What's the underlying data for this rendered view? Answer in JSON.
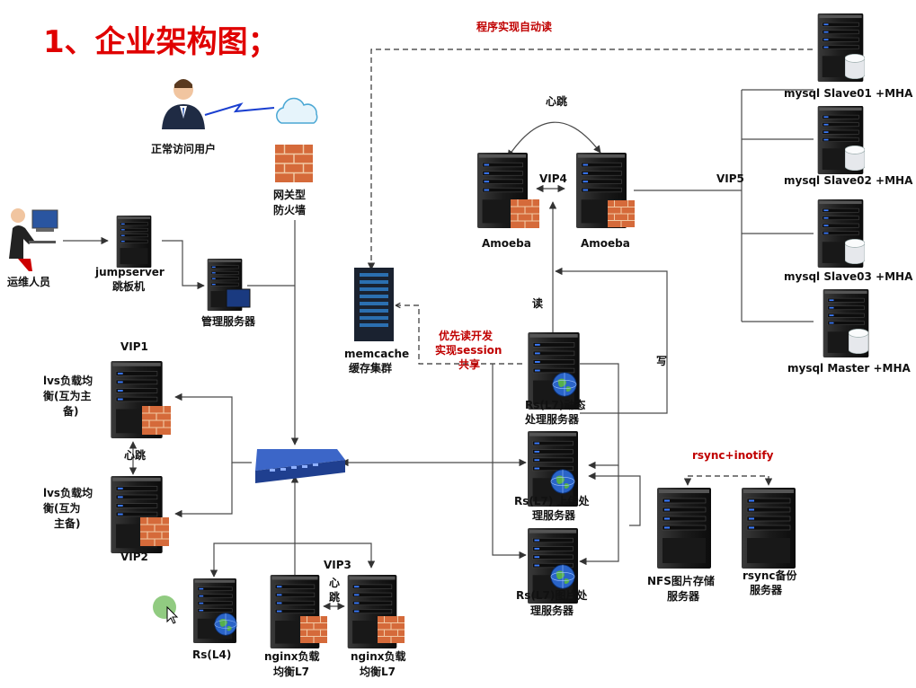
{
  "title": "1、企业架构图；",
  "colors": {
    "title": "#e00000",
    "annotation": "#c00000",
    "switch": "#1f3f8f",
    "firewall": "#c0402a"
  },
  "labels": {
    "user": "正常访问用户",
    "firewall": [
      "网关型",
      "防火墙"
    ],
    "ops": "运维人员",
    "jumpserver": [
      "jumpserver",
      "跳板机"
    ],
    "mgmt": "管理服务器",
    "memcache": [
      "memcache",
      "缓存集群"
    ],
    "prog_read": "程序实现自动读",
    "heartbeat": "心跳",
    "vip4": "VIP4",
    "vip5": "VIP5",
    "amoeba1": "Amoeba",
    "amoeba2": "Amoeba",
    "read": "读",
    "write": "写",
    "session": [
      "优先读开发",
      "实现session",
      "共享"
    ],
    "slave01": "mysql  Slave01 +MHA",
    "slave02": "mysql  Slave02 +MHA",
    "slave03": "mysql  Slave03 +MHA",
    "master": "mysql  Master +MHA",
    "vip1": "VIP1",
    "lvs1": [
      "lvs负载均",
      "衡(互为主",
      "备)"
    ],
    "lvs_hb": "心跳",
    "lvs2": [
      "lvs负载均",
      "衡(互为",
      "主备)"
    ],
    "vip2": "VIP2",
    "rs_dyn": [
      "Rs(L7)动态",
      "处理服务器"
    ],
    "rs_up": [
      "Rs(L7) 上传处",
      "理服务器"
    ],
    "rs_img": [
      "Rs(L7)图片处",
      "理服务器"
    ],
    "rsync": "rsync+inotify",
    "nfs": [
      "NFS图片存储",
      "服务器"
    ],
    "rsync_bak": [
      "rsync备份",
      "服务器"
    ],
    "vip3": "VIP3",
    "nginx_hb": [
      "心",
      "跳"
    ],
    "rs_l4": "Rs(L4)",
    "nginx1": [
      "nginx负载",
      "均衡L7"
    ],
    "nginx2": [
      "nginx负载",
      "均衡L7"
    ]
  },
  "icons": [
    "person-icon",
    "cloud-icon",
    "firewall-icon",
    "server-icon",
    "database-icon",
    "switch-icon",
    "globe-icon",
    "monitor-icon",
    "cursor-icon"
  ]
}
